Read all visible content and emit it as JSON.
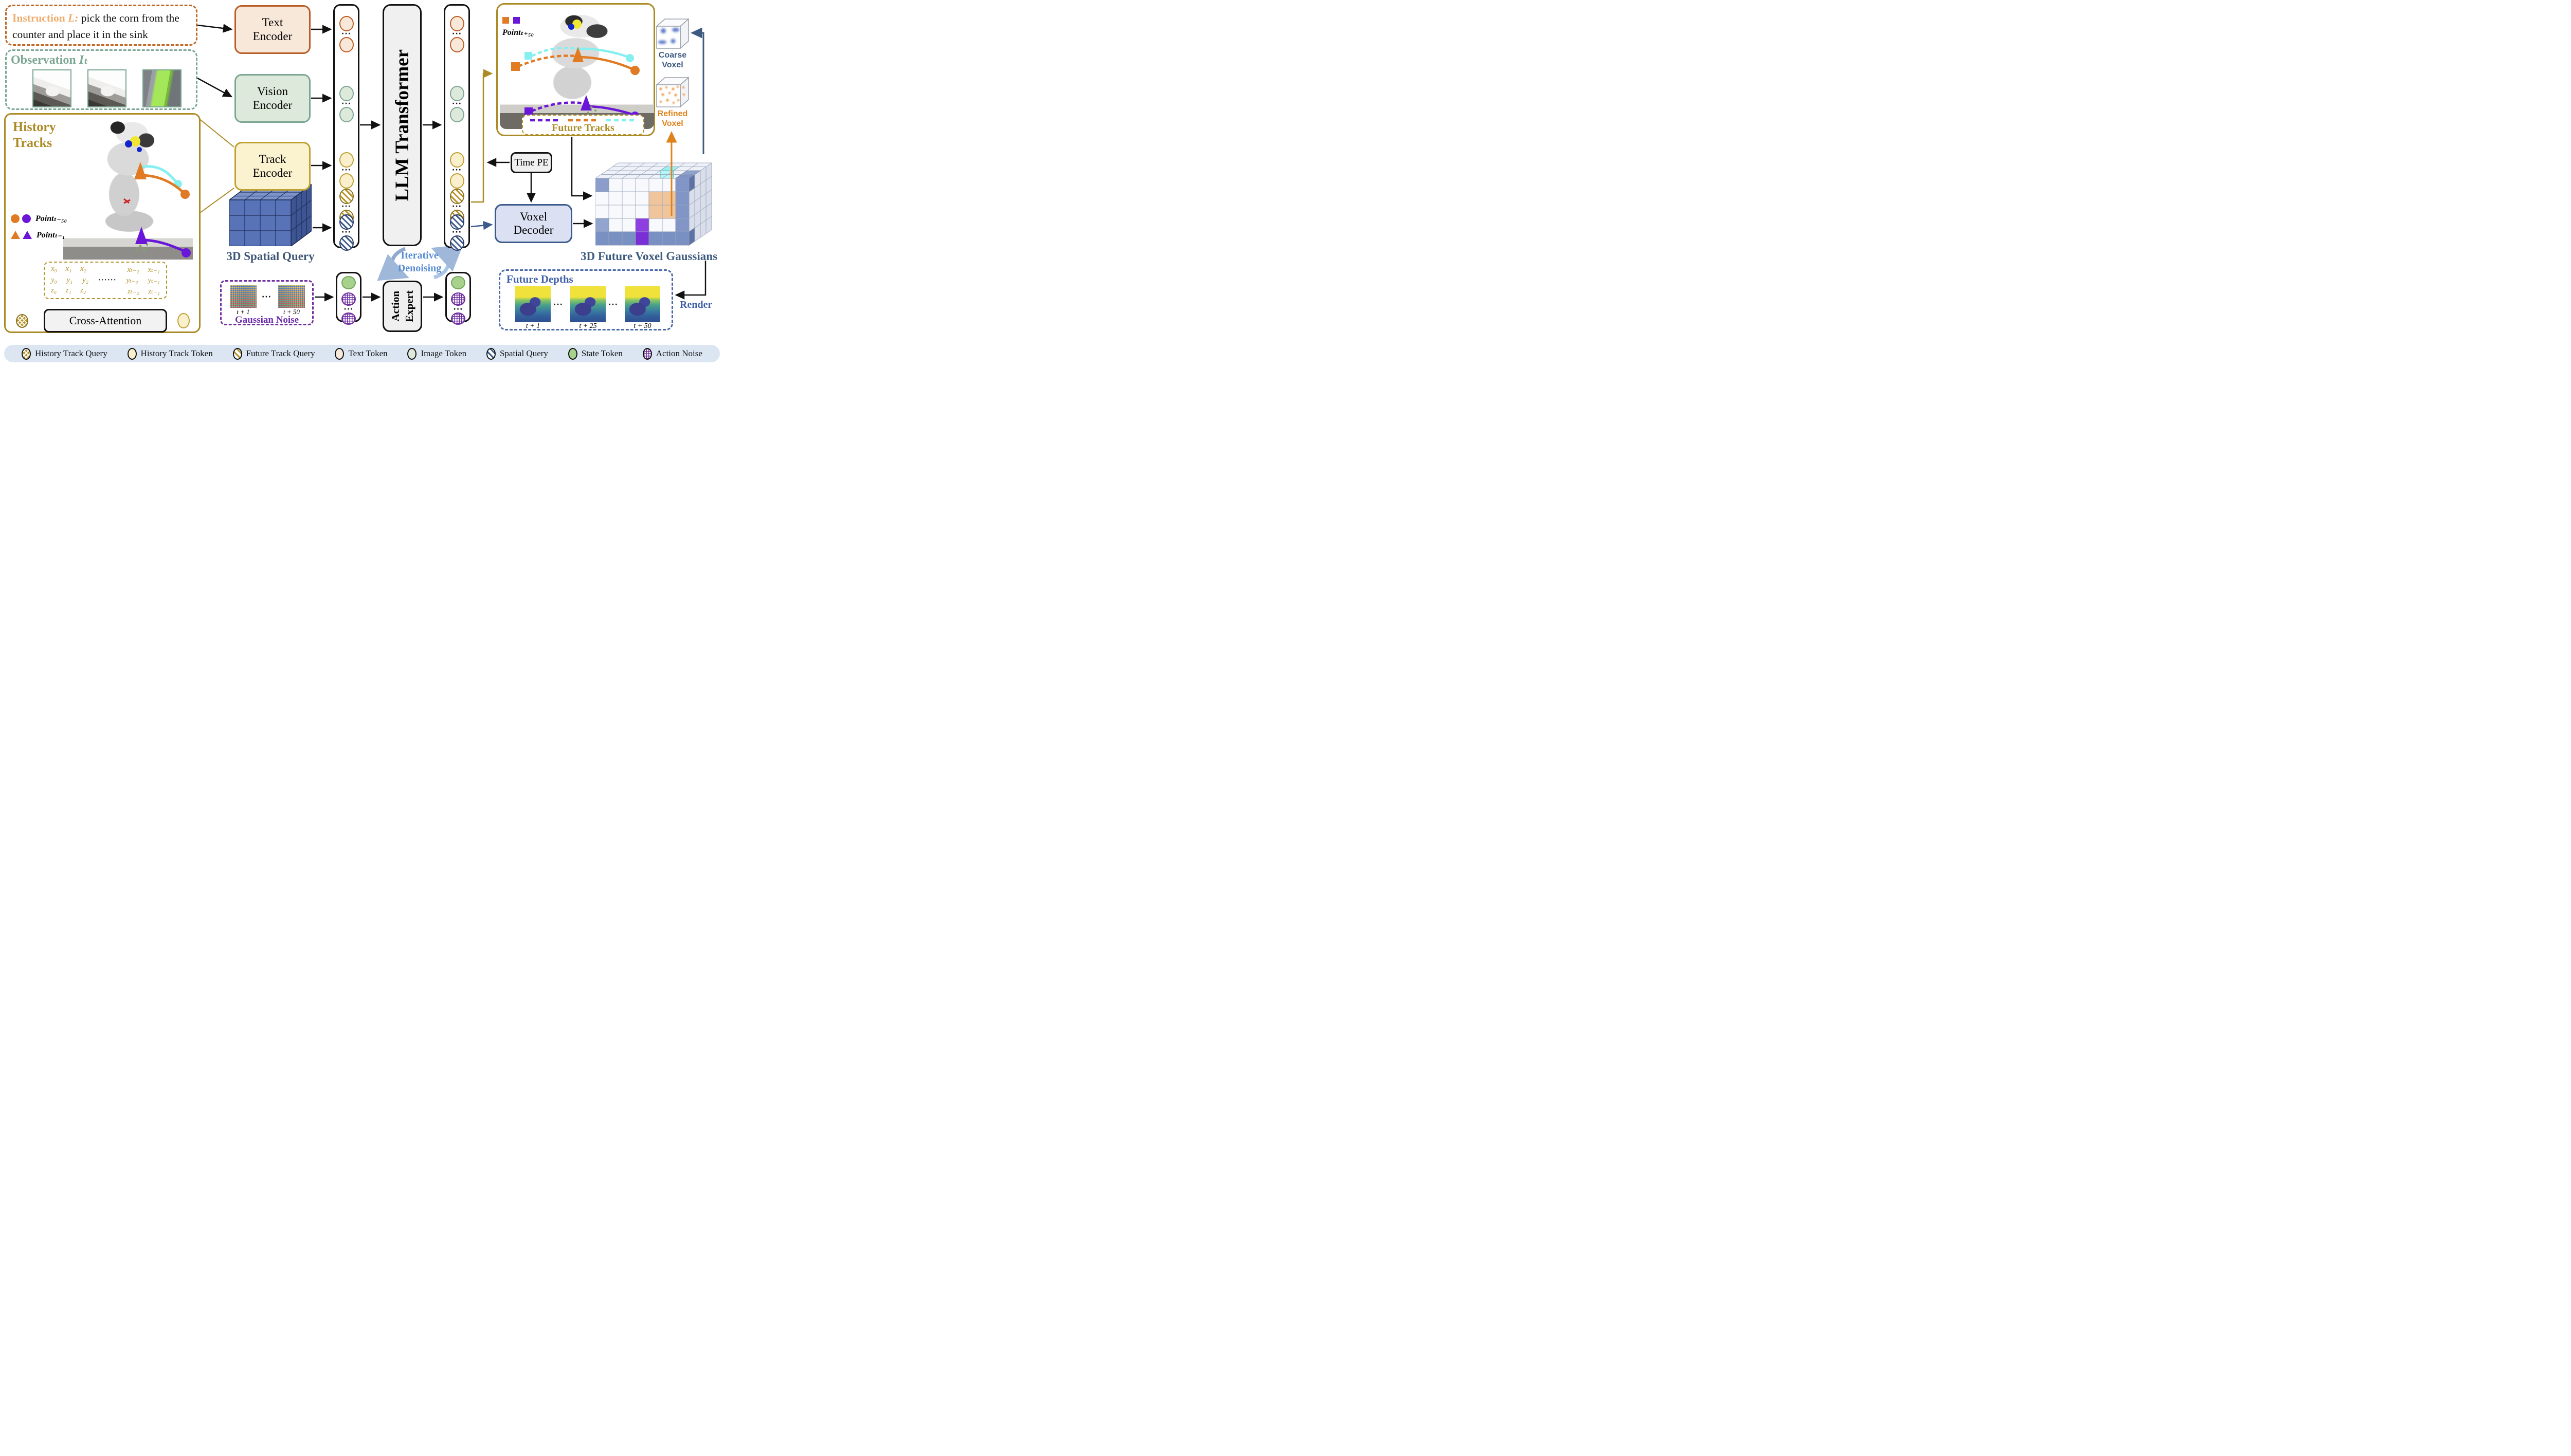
{
  "instruction": {
    "label": "Instruction",
    "var": "L:",
    "text": "pick the corn from the counter and place it in the sink"
  },
  "observation": {
    "title": "Observation",
    "var": "Iₜ"
  },
  "history_panel": {
    "title": "History Tracks",
    "legend": [
      {
        "label": "Pointₜ₋₅₀"
      },
      {
        "label": "Pointₜ₋₁"
      }
    ],
    "matrix": {
      "rows": [
        [
          "x₀",
          "x₁",
          "x₂",
          "xₜ₋₂",
          "xₜ₋₁"
        ],
        [
          "y₀",
          "y₁",
          "y₂",
          "yₜ₋₂",
          "yₜ₋₁"
        ],
        [
          "z₀",
          "z₁",
          "z₂",
          "zₜ₋₂",
          "zₜ₋₁"
        ]
      ],
      "dots": "······"
    },
    "cross_attention": "Cross-Attention"
  },
  "encoders": {
    "text": "Text Encoder",
    "vision": "Vision Encoder",
    "track": "Track Encoder"
  },
  "spatial_query": {
    "label": "3D Spatial Query"
  },
  "gaussian_noise": {
    "label": "Gaussian Noise",
    "t_start": "t + 1",
    "t_end": "t + 50"
  },
  "llm": {
    "label": "LLM Transformer"
  },
  "denoising": {
    "line1": "Iterative",
    "line2": "Denoising"
  },
  "action_expert": {
    "line1": "Action",
    "line2": "Expert"
  },
  "future_tracks": {
    "point_label": "Pointₜ₊₅₀",
    "label": "Future Tracks"
  },
  "time_pe": {
    "label": "Time PE"
  },
  "voxel_decoder": {
    "label": "Voxel Decoder"
  },
  "voxel_gaussians": {
    "label": "3D Future Voxel Gaussians",
    "coarse": "Coarse Voxel",
    "refined": "Refined Voxel"
  },
  "future_depths": {
    "title": "Future Depths",
    "t1": "t + 1",
    "t2": "t + 25",
    "t3": "t + 50",
    "render": "Render"
  },
  "legend": {
    "items": [
      "History Track Query",
      "History Track Token",
      "Future Track Query",
      "Text Token",
      "Image Token",
      "Spatial Query",
      "State Token",
      "Action Noise"
    ]
  },
  "ui": {
    "dots": "···"
  },
  "colors": {
    "orange_accent": "#bf5b21",
    "instruction_label": "#f0ab6a",
    "sage_green": "#7ba693",
    "gold": "#ab8b26",
    "navy": "#3c5a8c",
    "dark_blue_label": "#3d5a80",
    "purple": "#7030a0",
    "violet": "#6a16d8",
    "track_orange": "#e07b24",
    "cyan": "#86efef",
    "denoise_blue": "#5b8ed3",
    "refined_orange": "#e0821a"
  }
}
